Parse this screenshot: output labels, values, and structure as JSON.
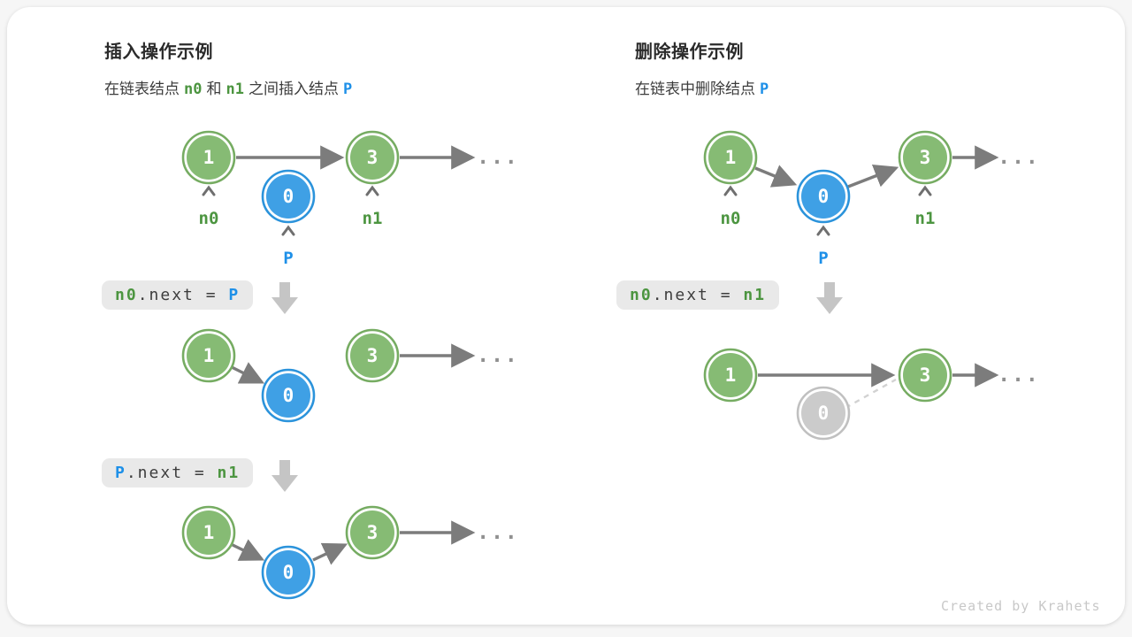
{
  "left": {
    "title": "插入操作示例",
    "subtitle": {
      "t1": "在链表结点",
      "n0": "n0",
      "and": "和",
      "n1": "n1",
      "t2": "之间插入结点",
      "p": "P"
    },
    "code1": {
      "a": "n0",
      "op": ".next = ",
      "b": "P"
    },
    "code2": {
      "a": "P",
      "op": ".next = ",
      "b": "n1"
    }
  },
  "right": {
    "title": "删除操作示例",
    "subtitle": {
      "t1": "在链表中删除结点",
      "p": "P"
    },
    "code1": {
      "a": "n0",
      "op": ".next = ",
      "b": "n1"
    }
  },
  "nodes": {
    "one": "1",
    "zero": "0",
    "three": "3"
  },
  "labels": {
    "n0": "n0",
    "n1": "n1",
    "p": "P"
  },
  "ellipsis": "...",
  "footer": "Created by Krahets",
  "colors": {
    "node_green": "#86bb74",
    "node_green_ring": "#76ac62",
    "node_blue": "#3fa0e5",
    "node_blue_ring": "#2b93db",
    "node_gray": "#cbcbcb",
    "arrow_gray": "#7c7c7c",
    "label_green": "#4c9540",
    "label_blue": "#1e90e8",
    "code_bg": "#e9e9e9",
    "block_arrow": "#c5c5c5"
  }
}
